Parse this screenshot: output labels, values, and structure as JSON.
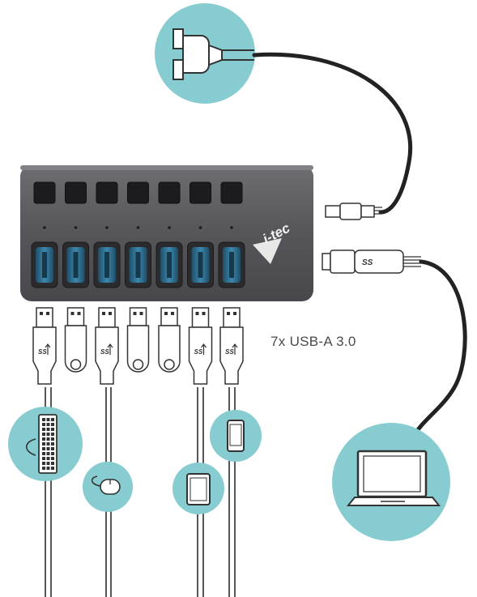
{
  "brand": {
    "logo_text": "i-tec"
  },
  "hub": {
    "port_count": 7,
    "ports_label": "7x USB-A 3.0",
    "button_count": 7
  },
  "cable_marks": {
    "superspeed_text": "SS"
  },
  "colors": {
    "accent_teal": "#86ccd0",
    "hub_body": "#5b5b5f",
    "port_blue": "#2f6c8e",
    "cable": "#222222"
  },
  "icons": {
    "power": "power-plug-icon",
    "laptop": "laptop-icon",
    "keyboard": "keyboard-icon",
    "mouse": "mouse-icon",
    "tablet": "tablet-icon",
    "phone": "smartphone-icon"
  }
}
